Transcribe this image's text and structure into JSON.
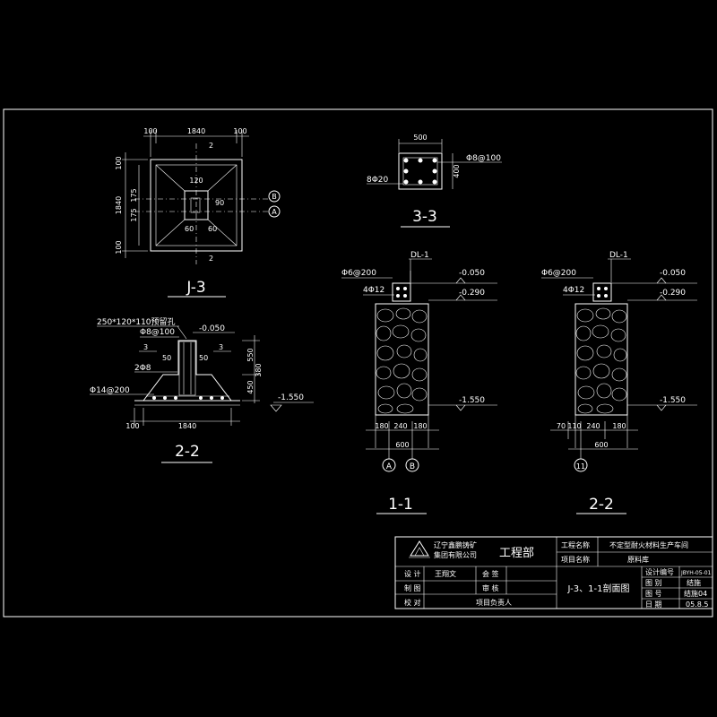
{
  "j3": {
    "title": "J-3",
    "dim_top": [
      "100",
      "1840",
      "100"
    ],
    "dim_left": [
      "100",
      "1840",
      "100"
    ],
    "dim_left_inner": [
      "175",
      "175"
    ],
    "dim_inner_top": "120",
    "dim_inner_right": "90",
    "dim_inner_bottom": [
      "60",
      "60"
    ],
    "axis_labels": [
      "B",
      "A"
    ],
    "section_marks": [
      "2",
      "2"
    ]
  },
  "s22a": {
    "title": "2-2",
    "note_hole": "250*120*110预留孔",
    "rebar_top": "Φ8@100",
    "rebar_side": "2Φ8",
    "rebar_bottom": "Φ14@200",
    "elev_top": "-0.050",
    "elev_bottom": "-1.550",
    "dims_right": [
      "550",
      "380",
      "450"
    ],
    "dims_mid": [
      "50",
      "50"
    ],
    "dims_bottom": [
      "100",
      "1840"
    ],
    "tick_marks": [
      "3",
      "3"
    ]
  },
  "s33": {
    "title": "3-3",
    "dim_top": "500",
    "dim_right": "400",
    "rebar_right": "Φ8@100",
    "rebar_left": "8Φ20"
  },
  "s11": {
    "title": "1-1",
    "beam": "DL-1",
    "rebar_stirrup": "Φ6@200",
    "rebar_main": "4Φ12",
    "elev_1": "-0.050",
    "elev_2": "-0.290",
    "elev_3": "-1.550",
    "dims": [
      "180",
      "240",
      "180"
    ],
    "dim_total": "600",
    "axes": [
      "A",
      "B"
    ]
  },
  "s22b": {
    "title": "2-2",
    "beam": "DL-1",
    "rebar_stirrup": "Φ6@200",
    "rebar_main": "4Φ12",
    "elev_1": "-0.050",
    "elev_2": "-0.290",
    "elev_3": "-1.550",
    "dims": [
      "70",
      "110",
      "240",
      "180"
    ],
    "dim_total": "600",
    "axis": "11"
  },
  "titleblock": {
    "company_line1": "辽宁鑫鹏铸矿",
    "company_line2": "集团有限公司",
    "dept": "工程部",
    "project_name_label": "工程名称",
    "project_name": "不定型耐火材料生产车间",
    "item_name_label": "项目名称",
    "item_name": "原料库",
    "design_label": "设 计",
    "designer": "王翔文",
    "sign_label": "会 签",
    "draw_label": "制 图",
    "review_label": "审 核",
    "check_label": "校 对",
    "leader": "项目负责人",
    "drawing_title": "J-3、1-1剖面图",
    "design_no_label": "设计编号",
    "design_no": "JBYH-05-01",
    "drawing_cat_label": "图 别",
    "drawing_cat": "结施",
    "drawing_no_label": "图 号",
    "drawing_no": "结施04",
    "date_label": "日 期",
    "date": "05.8.5"
  }
}
